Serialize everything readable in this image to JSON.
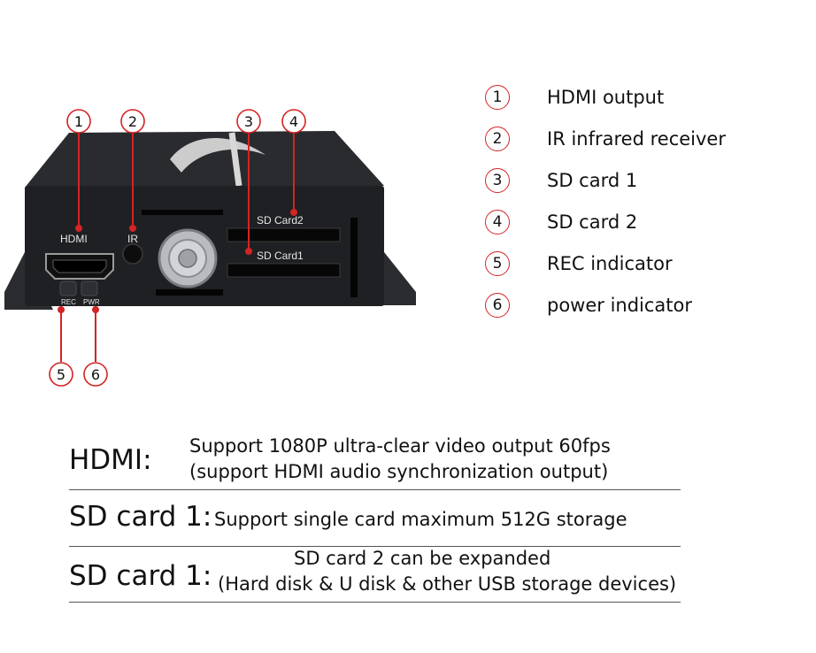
{
  "callouts": {
    "c1": "1",
    "c2": "2",
    "c3": "3",
    "c4": "4",
    "c5": "5",
    "c6": "6"
  },
  "device": {
    "hdmi_label": "HDMI",
    "ir_label": "IR",
    "sd_card2_label": "SD Card2",
    "sd_card1_label": "SD Card1",
    "rec_label": "REC",
    "pwr_label": "PWR"
  },
  "legend": [
    {
      "num": "1",
      "text": "HDMI output"
    },
    {
      "num": "2",
      "text": "IR infrared receiver"
    },
    {
      "num": "3",
      "text": "SD card 1"
    },
    {
      "num": "4",
      "text": "SD card 2"
    },
    {
      "num": "5",
      "text": "REC indicator"
    },
    {
      "num": "6",
      "text": "power indicator"
    }
  ],
  "specs": [
    {
      "label": "HDMI:",
      "line1": "Support 1080P ultra-clear video output 60fps",
      "line2": "(support HDMI audio synchronization output)"
    },
    {
      "label": "SD card 1:",
      "line1": "Support single card maximum 512G storage"
    },
    {
      "label": "SD card 1:",
      "line1": "SD card 2 can be expanded",
      "line2": "(Hard disk & U disk & other USB storage devices)"
    }
  ],
  "colors": {
    "callout": "#d42424",
    "device_body": "#1f2023",
    "text": "#111111"
  }
}
